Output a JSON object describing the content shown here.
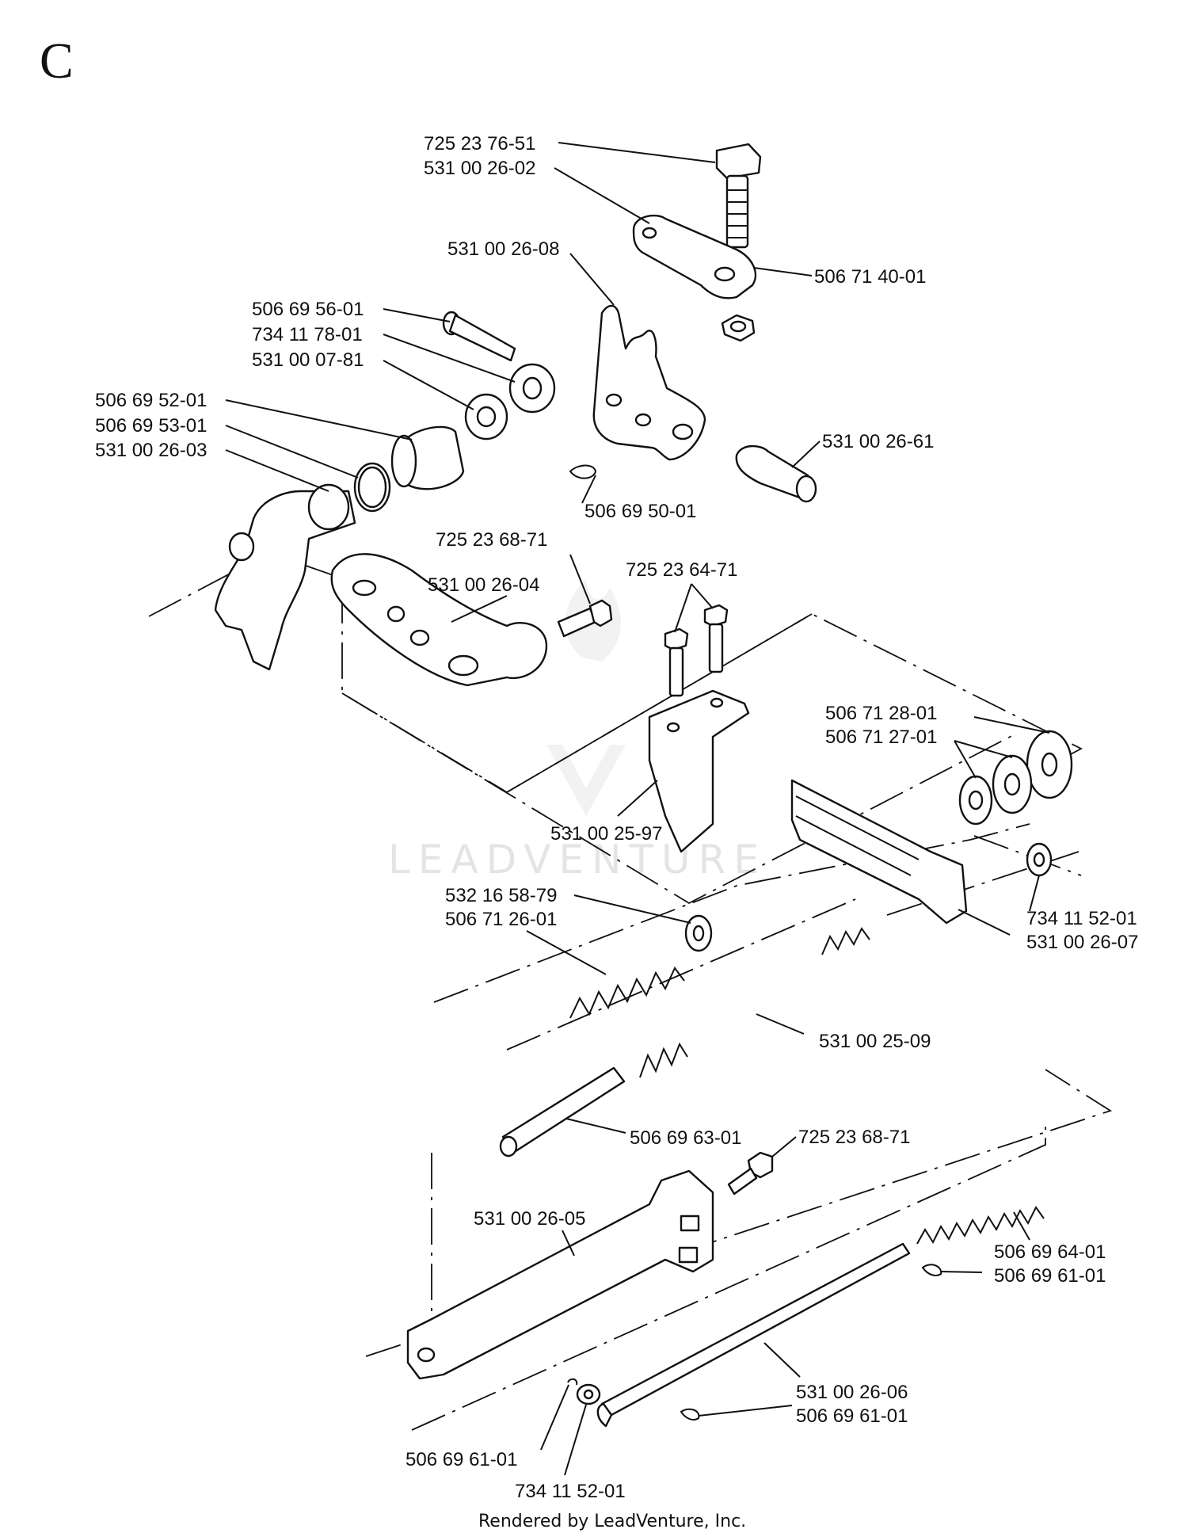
{
  "section_letter": "C",
  "watermark": "LEADVENTURE",
  "footer": "Rendered by LeadVenture, Inc.",
  "labels": [
    "725 23 76-51",
    "531 00 26-02",
    "531 00 26-08",
    "506 71 40-01",
    "506 69 56-01",
    "734 11 78-01",
    "531 00 07-81",
    "506 69 52-01",
    "506 69 53-01",
    "531 00 26-03",
    "531 00 26-61",
    "506 69 50-01",
    "725 23 68-71",
    "531 00 26-04",
    "725 23 64-71",
    "506 71 28-01",
    "506 71 27-01",
    "531 00 25-97",
    "532 16 58-79",
    "506 71 26-01",
    "734 11 52-01",
    "531 00 26-07",
    "531 00 25-09",
    "506 69 63-01",
    "725 23 68-71",
    "531 00 26-05",
    "506 69 64-01",
    "506 69 61-01",
    "531 00 26-06",
    "506 69 61-01",
    "506 69 61-01",
    "734 11 52-01"
  ]
}
